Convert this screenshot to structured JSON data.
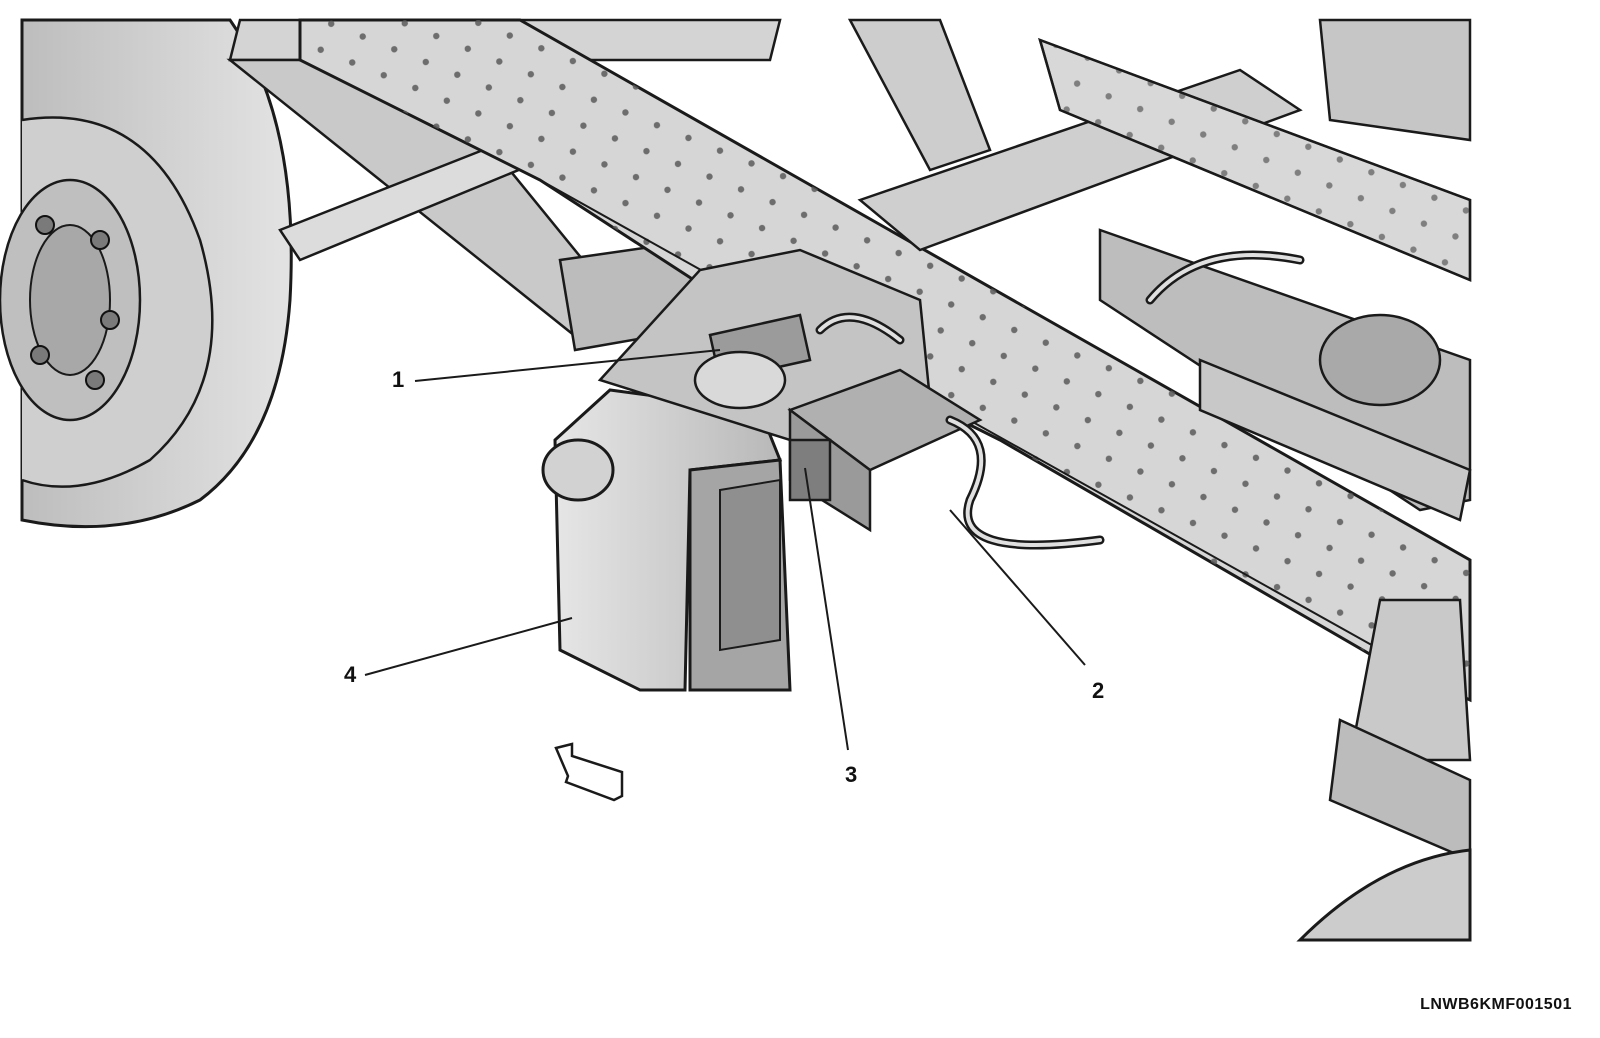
{
  "callouts": {
    "c1": "1",
    "c2": "2",
    "c3": "3",
    "c4": "4"
  },
  "reference_code": "LNWB6KMF001501",
  "colors": {
    "line": "#1a1a1a",
    "metal_light": "#d9d9d9",
    "metal_mid": "#bdbdbd",
    "metal_dark": "#8f8f8f",
    "tire": "#cfcfcf"
  }
}
